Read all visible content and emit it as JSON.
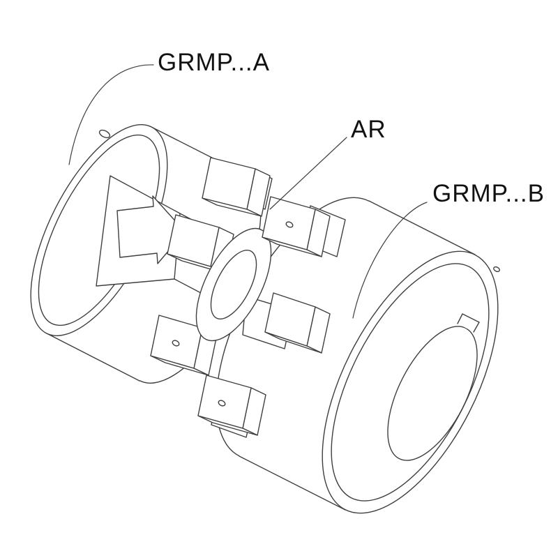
{
  "diagram": {
    "background_color": "#ffffff",
    "line_color": "#3f3f3f",
    "text_color": "#111111",
    "labels": [
      {
        "id": "grmp-a",
        "text": "GRMP...A"
      },
      {
        "id": "ar",
        "text": "AR"
      },
      {
        "id": "grmp-b",
        "text": "GRMP...B"
      }
    ]
  }
}
